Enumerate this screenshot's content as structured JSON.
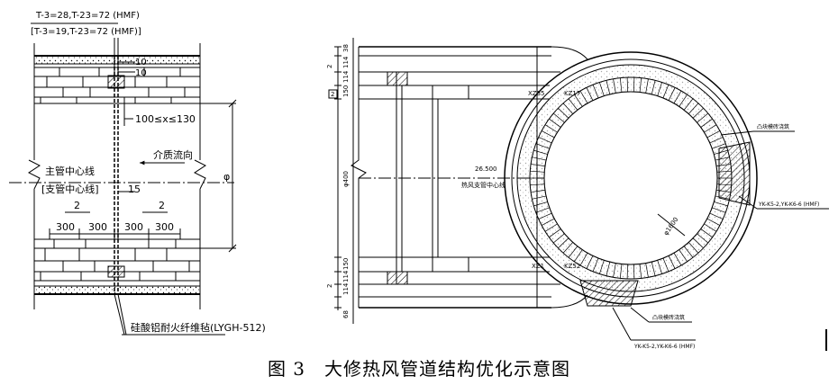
{
  "caption": "图 3　大修热风管道结构优化示意图",
  "left": {
    "spec_main": "T-3=28,T-23=72 (HMF)",
    "spec_branch": "[T-3=19,T-23=72 (HMF)]",
    "dim_10a": "10",
    "dim_10b": "10",
    "dim_range": "100≤x≤130",
    "flow_label": "介质流向",
    "main_centerline": "主管中心线",
    "branch_centerline": "[支管中心线]",
    "dim_15": "15",
    "dim_2_left": "2",
    "dim_2_right": "2",
    "dim_300": [
      "300",
      "300",
      "300",
      "300"
    ],
    "diameter_mark": "φ",
    "fiber_note": "硅酸铝耐火纤维毡(LYGH-512)"
  },
  "right": {
    "dims_top": [
      "38",
      "114",
      "114",
      "150",
      "2"
    ],
    "dims_bottom": [
      "150",
      "114",
      "114",
      "68",
      "2"
    ],
    "dim_diameter": "φ400",
    "box_num": "2",
    "tag_xz35": "XZ35",
    "tag_kz17": "KZ17",
    "tag_xz1": "XZ1",
    "tag_kz52": "KZ52",
    "elevation": "26.500",
    "centerline": "热风支管中心线",
    "dim_1600": "φ1600",
    "castable_top": "凸块模砖浇筑",
    "castable_bottom": "凸块模砖浇筑",
    "yk_right": "YK-K5-2,YK-K6-6 (HMF)",
    "yk_bottom": "YK-K5-2,YK-K6-6 (HMF)"
  }
}
